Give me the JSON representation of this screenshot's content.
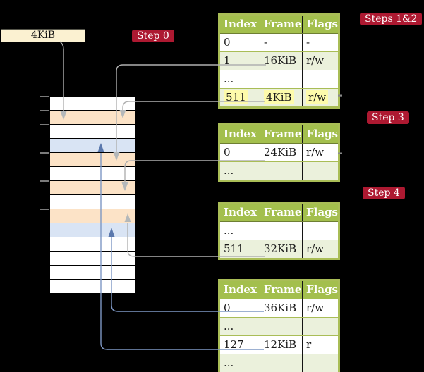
{
  "colors": {
    "background": "#000000",
    "badge_bg": "#ad1931",
    "badge_text": "#ffffff",
    "table_header_bg": "#a3bf4d",
    "table_header_text": "#ffffff",
    "table_border": "#a9bd56",
    "table_row_green": "#ebf1dc",
    "table_row_white": "#ffffff",
    "highlight_yellow": "#fdfbab",
    "mem_orange": "#fce3c7",
    "mem_blue": "#d9e4f4",
    "mem_border": "#000000",
    "box_bg": "#fbf1d1",
    "box_border": "#55554a",
    "gray_line": "#b0b0b0",
    "gray_head": "#b4b8ba",
    "blue_line": "#7d97c4",
    "blue_head": "#5a78ad",
    "tick": "#9a9a9a",
    "stub": "#8a8a8a"
  },
  "labels": {
    "frame_box": "4KiB",
    "badges": [
      {
        "id": "step0",
        "text": "Step 0"
      },
      {
        "id": "steps12",
        "text": "Steps 1&2"
      },
      {
        "id": "step3",
        "text": "Step 3"
      },
      {
        "id": "step4",
        "text": "Step 4"
      }
    ]
  },
  "memory": {
    "rows": [
      "white",
      "orange",
      "white",
      "blue",
      "orange",
      "white",
      "orange",
      "white",
      "orange",
      "blue",
      "white",
      "white",
      "white",
      "white"
    ]
  },
  "tables": [
    {
      "name": "page-table-steps-1-2",
      "columns": [
        "Index",
        "Frame",
        "Flags"
      ],
      "rows": [
        {
          "cells": [
            "0",
            "-",
            "-"
          ],
          "bg": "white",
          "highlight": false
        },
        {
          "cells": [
            "1",
            "16KiB",
            "r/w"
          ],
          "bg": "green",
          "highlight": false
        },
        {
          "cells": [
            "...",
            "",
            ""
          ],
          "bg": "white",
          "highlight": false
        },
        {
          "cells": [
            "511",
            "4KiB",
            "r/w"
          ],
          "bg": "green",
          "highlight": true
        }
      ]
    },
    {
      "name": "page-table-step-3",
      "columns": [
        "Index",
        "Frame",
        "Flags"
      ],
      "rows": [
        {
          "cells": [
            "0",
            "24KiB",
            "r/w"
          ],
          "bg": "white",
          "highlight": false
        },
        {
          "cells": [
            "...",
            "",
            ""
          ],
          "bg": "green",
          "highlight": false
        }
      ]
    },
    {
      "name": "page-table-step-4",
      "columns": [
        "Index",
        "Frame",
        "Flags"
      ],
      "rows": [
        {
          "cells": [
            "...",
            "",
            ""
          ],
          "bg": "white",
          "highlight": false
        },
        {
          "cells": [
            "511",
            "32KiB",
            "r/w"
          ],
          "bg": "green",
          "highlight": false
        }
      ]
    },
    {
      "name": "page-table-final",
      "columns": [
        "Index",
        "Frame",
        "Flags"
      ],
      "rows": [
        {
          "cells": [
            "0",
            "36KiB",
            "r/w"
          ],
          "bg": "white",
          "highlight": false
        },
        {
          "cells": [
            "...",
            "",
            ""
          ],
          "bg": "green",
          "highlight": false
        },
        {
          "cells": [
            "127",
            "12KiB",
            "r"
          ],
          "bg": "white",
          "highlight": false
        },
        {
          "cells": [
            "...",
            "",
            ""
          ],
          "bg": "green",
          "highlight": false
        }
      ]
    }
  ]
}
